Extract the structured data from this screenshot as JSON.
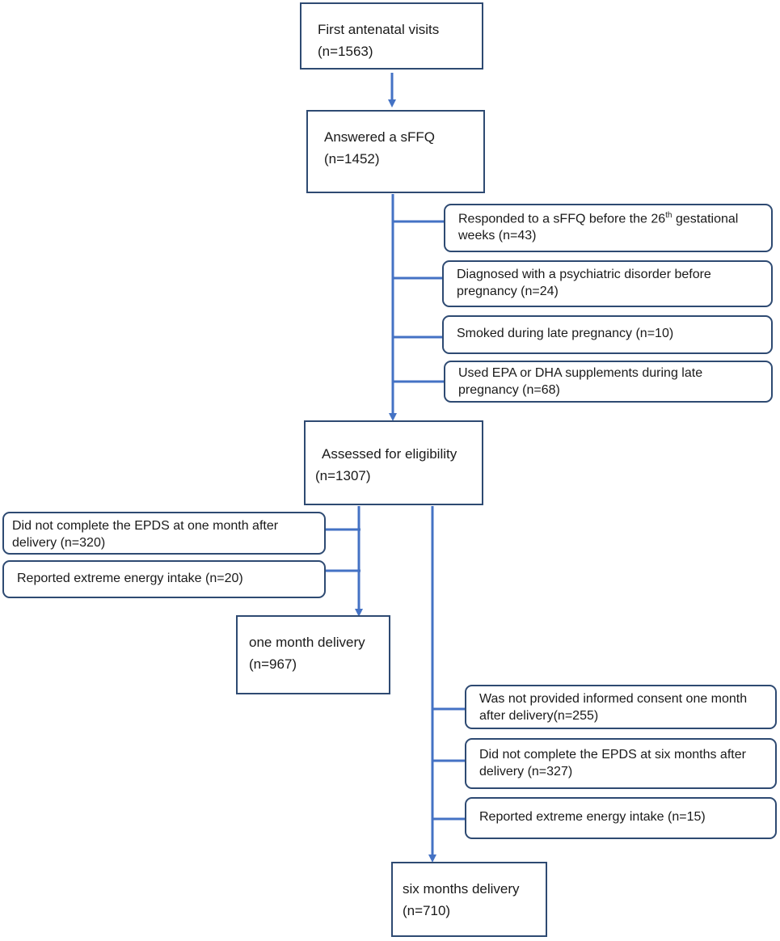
{
  "accent": "#4472c4",
  "border": "#2e4a72",
  "nodes": {
    "first_visits": {
      "line1": "First antenatal visits",
      "line2": "(n=1563)"
    },
    "answered_sffq": {
      "line1": "Answered a sFFQ",
      "line2": "(n=1452)"
    },
    "assessed": {
      "line1": "Assessed for eligibility",
      "line2": "(n=1307)"
    },
    "one_month": {
      "line1": "one month delivery",
      "line2": "(n=967)"
    },
    "six_months": {
      "line1": "six months delivery",
      "line2": "(n=710)"
    }
  },
  "exclusions": {
    "sffq_before_26": {
      "line1_pre": "Responded to a sFFQ before the 26",
      "line1_sup": "th",
      "line1_post": " gestational",
      "line2": "weeks (n=43)"
    },
    "psychiatric": {
      "line1": "Diagnosed with a psychiatric disorder before",
      "line2": "pregnancy (n=24)"
    },
    "smoked": {
      "line1": "Smoked during late pregnancy (n=10)"
    },
    "supplements": {
      "line1": "Used EPA or DHA supplements during late",
      "line2": "pregnancy (n=68)"
    },
    "epds_one_month": {
      "line1": "Did not complete the EPDS at one month after",
      "line2": "delivery (n=320)"
    },
    "energy_one_month": {
      "line1": "Reported extreme energy intake (n=20)"
    },
    "no_consent": {
      "line1": "Was not provided informed consent one month",
      "line2": "after delivery(n=255)"
    },
    "epds_six_months": {
      "line1": "Did not complete the EPDS at six months after",
      "line2": "delivery (n=327)"
    },
    "energy_six_months": {
      "line1": "Reported extreme energy intake (n=15)"
    }
  }
}
